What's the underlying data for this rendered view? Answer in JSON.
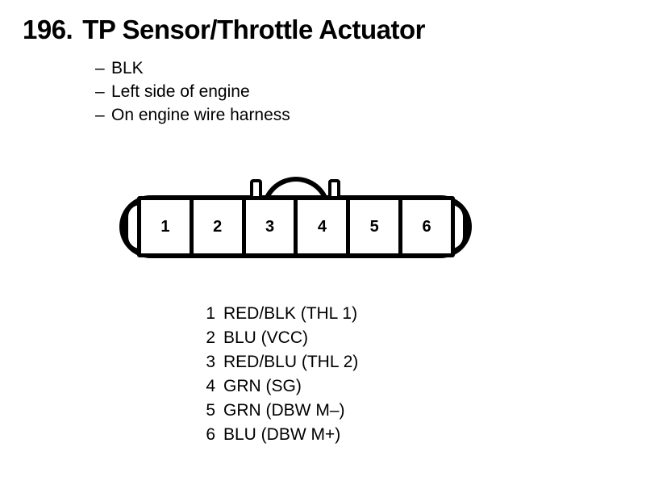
{
  "title": {
    "number": "196.",
    "text": "TP Sensor/Throttle Actuator"
  },
  "notes": {
    "dash": "–",
    "items": [
      "BLK",
      "Left side of engine",
      "On engine wire harness"
    ]
  },
  "connector": {
    "pin_count": 6,
    "cells": [
      {
        "number": "1"
      },
      {
        "number": "2"
      },
      {
        "number": "3"
      },
      {
        "number": "4"
      },
      {
        "number": "5"
      },
      {
        "number": "6"
      }
    ]
  },
  "pin_legend": [
    {
      "number": "1",
      "label": "RED/BLK (THL 1)"
    },
    {
      "number": "2",
      "label": "BLU (VCC)"
    },
    {
      "number": "3",
      "label": "RED/BLU (THL 2)"
    },
    {
      "number": "4",
      "label": "GRN (SG)"
    },
    {
      "number": "5",
      "label": "GRN (DBW M–)"
    },
    {
      "number": "6",
      "label": "BLU (DBW M+)"
    }
  ],
  "colors": {
    "ink": "#000000",
    "paper": "#ffffff"
  }
}
